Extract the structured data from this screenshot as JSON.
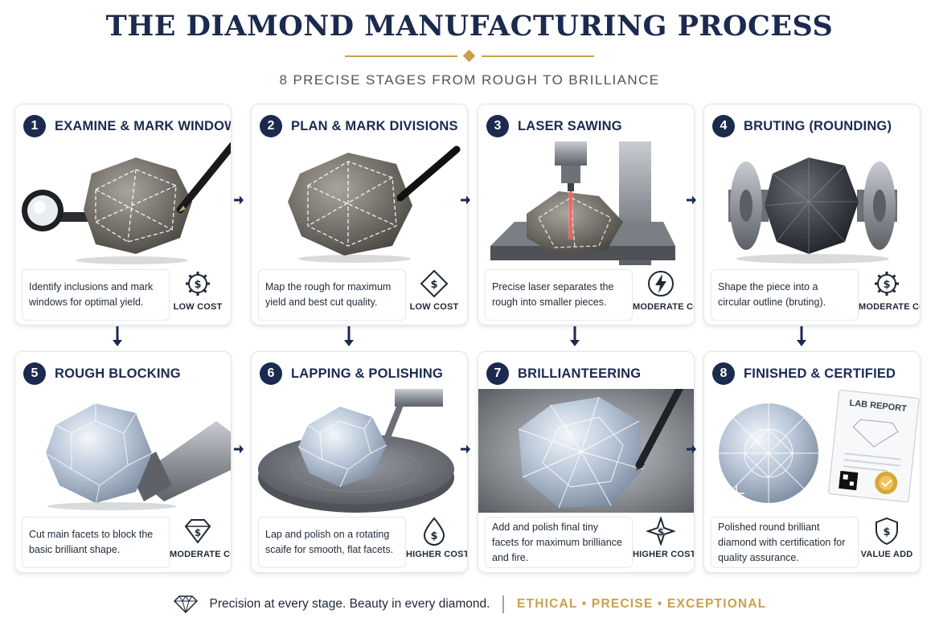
{
  "header": {
    "title": "THE DIAMOND MANUFACTURING PROCESS",
    "subtitle": "8 PRECISE STAGES FROM ROUGH TO BRILLIANCE"
  },
  "steps": [
    {
      "number": "1",
      "title": "EXAMINE & MARK WINDOWS",
      "description": "Identify inclusions and mark windows for optimal yield.",
      "cost": "LOW COST",
      "cost_icon": "gear-dollar-icon"
    },
    {
      "number": "2",
      "title": "PLAN & MARK DIVISIONS",
      "description": "Map the rough for maximum yield and best cut quality.",
      "cost": "LOW COST",
      "cost_icon": "diamond-dollar-icon"
    },
    {
      "number": "3",
      "title": "LASER SAWING",
      "description": "Precise laser separates the rough into smaller pieces.",
      "cost": "MODERATE COST",
      "cost_icon": "lightning-icon"
    },
    {
      "number": "4",
      "title": "BRUTING (ROUNDING)",
      "description": "Shape the piece into a circular outline (bruting).",
      "cost": "MODERATE COST",
      "cost_icon": "gear-dollar-icon"
    },
    {
      "number": "5",
      "title": "ROUGH BLOCKING",
      "description": "Cut main facets to block the basic brilliant shape.",
      "cost": "MODERATE COST",
      "cost_icon": "gem-dollar-icon"
    },
    {
      "number": "6",
      "title": "LAPPING & POLISHING",
      "description": "Lap and polish on a rotating scaife for smooth, flat facets.",
      "cost": "HIGHER COST",
      "cost_icon": "drop-dollar-icon"
    },
    {
      "number": "7",
      "title": "BRILLIANTEERING",
      "description": "Add and polish final tiny facets for maximum brilliance and fire.",
      "cost": "HIGHER COST",
      "cost_icon": "sparkle-dollar-icon"
    },
    {
      "number": "8",
      "title": "FINISHED & CERTIFIED",
      "description": "Polished round brilliant diamond with certification for quality assurance.",
      "cost": "VALUE ADD",
      "cost_icon": "shield-dollar-icon"
    }
  ],
  "illustrations": {
    "lab_report_label": "LAB REPORT"
  },
  "footer": {
    "text": "Precision at every stage. Beauty in every diamond.",
    "tagline": "ETHICAL • PRECISE • EXCEPTIONAL"
  },
  "colors": {
    "navy": "#1b2a4e",
    "gold": "#c9a04b"
  }
}
